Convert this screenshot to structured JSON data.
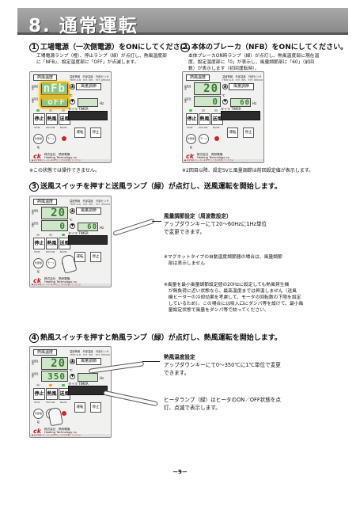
{
  "header": {
    "title": "8. 通常運転"
  },
  "steps": [
    {
      "num": "1",
      "title": "工場電源（一次側電源）をONにしてください。",
      "desc": [
        "工場電源ランプ（橙）、停止ランプ（緑）が点灯し、熱風温度部",
        "に「NFB」、設定温度部に「OFF」が点滅します。"
      ],
      "note": "※この状態では操作できません。"
    },
    {
      "num": "2",
      "title": "本体のブレーカ（NFB）をONにしてください。",
      "desc": [
        "本体ブレーカON時ランプ（緑）が点灯し、熱風温度部に現在温",
        "度、設定温度部に「0」が表示し、風量調節部に「60」（前回",
        "数）が表示します（初回運転時）。"
      ],
      "note": "※2回目以降、設定SVと風量調節は前回設定値が表示します。"
    },
    {
      "num": "3",
      "title": "送風スイッチを押すと送風ランプ（緑）が点灯し、送風運転を開始します。",
      "callout": [
        "風量調節設定（周波数設定）",
        "アップダウンキーにて20〜60Hzに1Hz単位",
        "で変更できます。"
      ],
      "note1": [
        "※マグネットタイプの自動温度調節器の場合は、風量調節",
        "　部は表示しません"
      ],
      "note2": [
        "※風量を最小風量調節設定値の20Hzに設定しても熱風発生機",
        "　が無負荷に近い状態なら、最高温度までは昇温しません（送風",
        "　機ヒーターの冷却効果を考慮して、モータの回転数の下限を設定",
        "　しているため）。この場合には吸入口にダンパ等を設けて、最小風",
        "　量設定状態で風量をダンパ等で絞ってください。"
      ]
    },
    {
      "num": "4",
      "title": "熱風スイッチを押すと熱風ランプ（緑）が点灯し、熱風運転を開始します。",
      "callout": [
        "熱風温度設定",
        "アップダウンキーにて0〜350℃に1℃単位で変更",
        "できます。"
      ],
      "callout2": [
        "ヒータランプ（緑）はヒータのON／OFF状態を点",
        "灯、点滅で表示します。"
      ]
    }
  ],
  "panels": [
    {
      "pv": "nFb",
      "sv": "oFF",
      "air": "",
      "timer": "",
      "label_heat": "熱風温度",
      "label_air": "風量調節"
    },
    {
      "pv": "20",
      "sv": "0",
      "air": "60",
      "timer": "",
      "label_heat": "熱風温度",
      "label_air": "風量調節"
    },
    {
      "pv": "20",
      "sv": "0",
      "air": "60",
      "timer": "",
      "label_heat": "熱風温度",
      "label_air": "風量調節"
    },
    {
      "pv": "20",
      "sv": "350",
      "air": "",
      "timer": "",
      "label_heat": "熱風温度",
      "label_air": "風量調節"
    }
  ],
  "panel_text": {
    "hdr1": "温度警報　外部温度　外部センサ",
    "hdr2": "TEMP ALM　EXT. INTL　EXT. SENSOR",
    "pv_lbl": "熱風温度",
    "sv_lbl": "設定温度",
    "unit_c": "℃",
    "unit_hz": "Hz",
    "unit_tab": "％",
    "btn_stop": "停止",
    "btn_heat": "熱風",
    "btn_blow": "送風",
    "sub_stop": "STOP",
    "sub_heat": "HOT-AIR",
    "sub_blow": "BLOW",
    "timer_lbl": "タイマ TIMER",
    "run": "運転",
    "stop2": "停止",
    "mode": "モード",
    "ext": "外部運転",
    "maker": "株式会社　熱研電機",
    "maker2": "Heating Technology co.",
    "press": "押す ▼",
    "clean": "クリーンボタン",
    "over": "オーバーヒート",
    "over2": "温度警報",
    "footer": "● 必ず本体ブレーカーをOFFにしてから作業してください"
  },
  "page_number": "－9－"
}
